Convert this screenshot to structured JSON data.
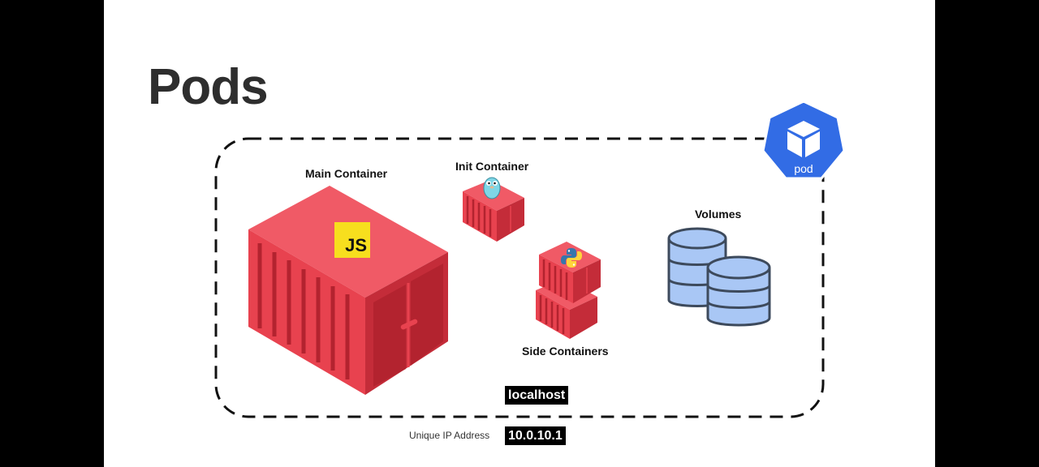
{
  "slide": {
    "title": "Pods",
    "main_container_label": "Main Container",
    "init_container_label": "Init Container",
    "side_containers_label": "Side Containers",
    "volumes_label": "Volumes",
    "pod_badge_label": "pod",
    "js_logo_text": "JS",
    "localhost_label": "localhost",
    "ip_caption": "Unique IP Address",
    "ip_value": "10.0.10.1"
  },
  "colors": {
    "container_red": "#e8424f",
    "container_dark": "#b3232f",
    "k8s_blue": "#326ce5",
    "volume_blue": "#a9c7f5",
    "js_yellow": "#f7df1e"
  }
}
